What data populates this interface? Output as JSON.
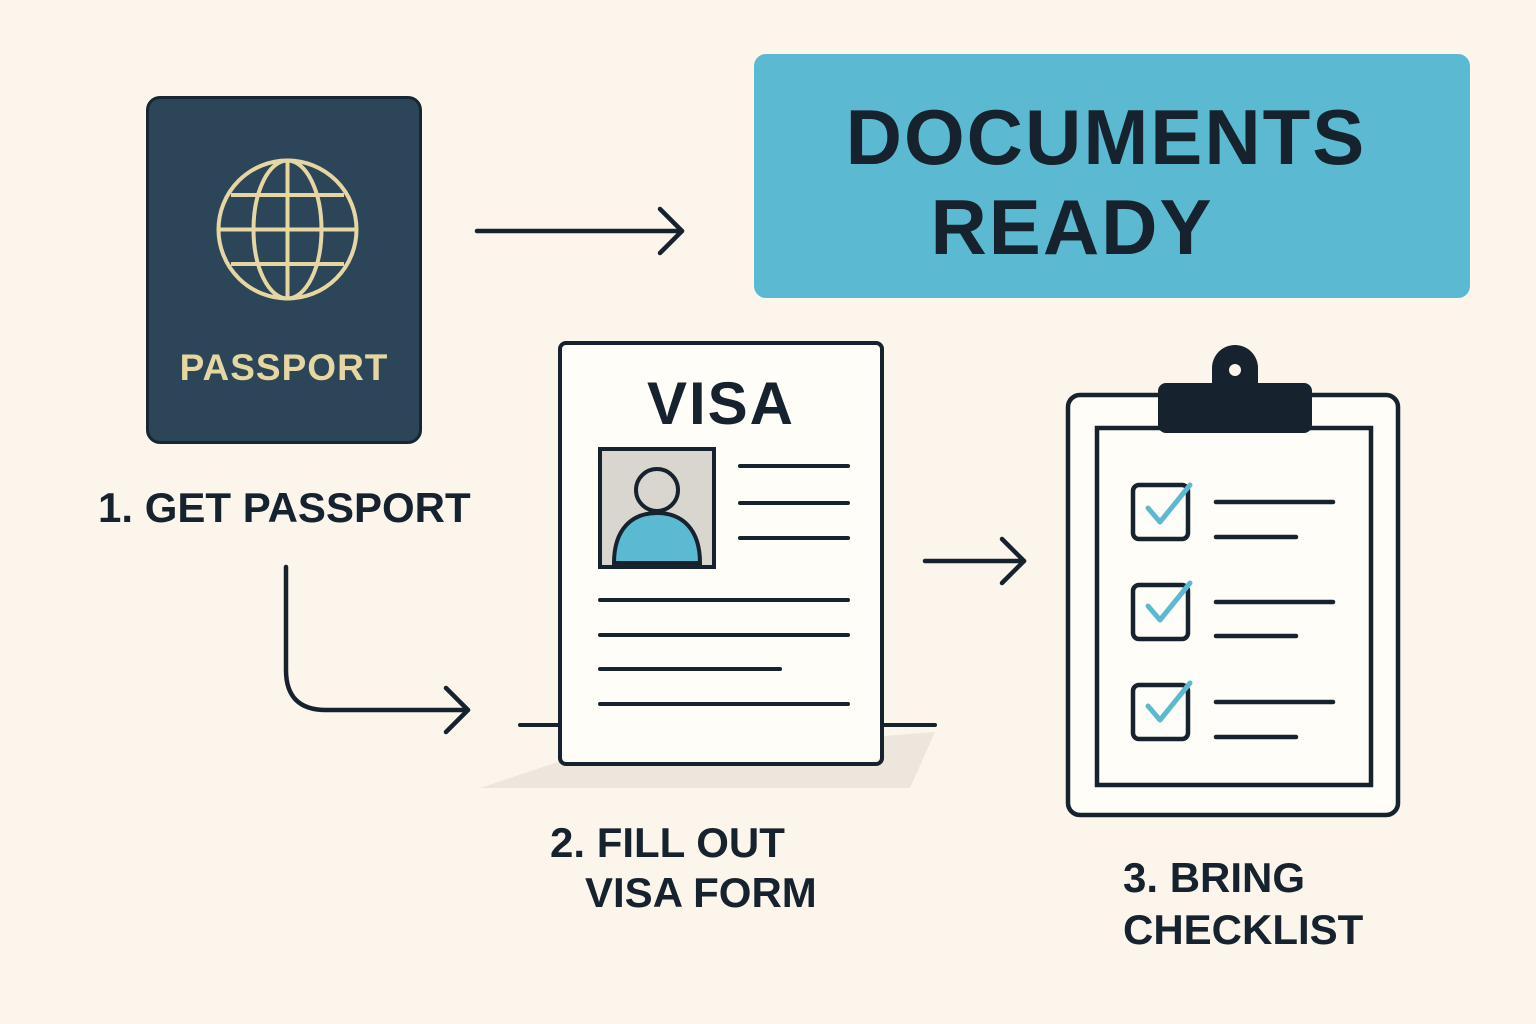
{
  "done": {
    "line1": "DOCUMENTS",
    "line2": "READY"
  },
  "passport": {
    "cover_text": "PASSPORT"
  },
  "visa": {
    "title": "VISA"
  },
  "steps": [
    {
      "line1": "1. GET PASSPORT"
    },
    {
      "line1": "2. FILL OUT",
      "line2": "VISA FORM"
    },
    {
      "line1": "3. BRING",
      "line2": "CHECKLIST"
    }
  ],
  "colors": {
    "background": "#fbf5ec",
    "ink": "#16222d",
    "accent": "#5bbad1",
    "passport_cover": "#2c4558",
    "passport_gold": "#e6d6a2"
  },
  "icons": [
    "globe-icon",
    "person-icon",
    "clipboard-icon",
    "checkmark-icon",
    "arrow-icon"
  ]
}
